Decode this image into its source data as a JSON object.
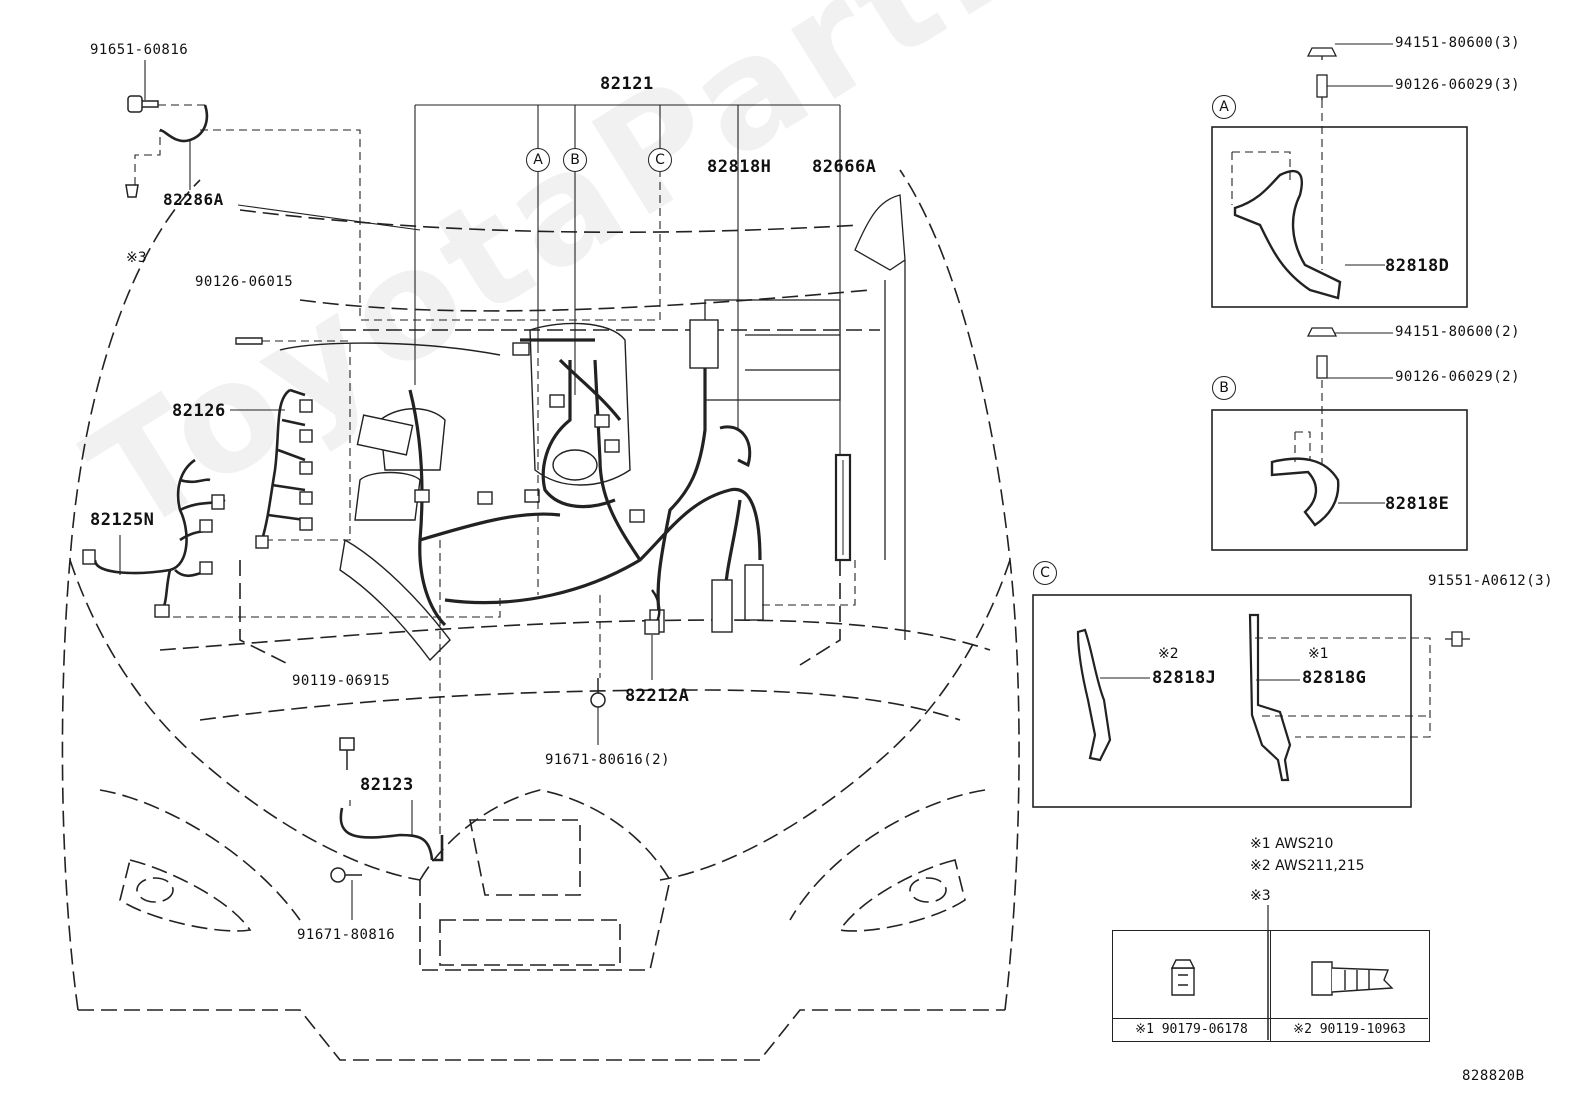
{
  "watermark": "ToyotaPartMiner.ru",
  "diagram_code": "828820B",
  "parts": {
    "p82121": "82121",
    "p82286A": "82286A",
    "p91651": "91651-60816",
    "p90126_06015": "90126-06015",
    "p82126": "82126",
    "p82125N": "82125N",
    "p82818H": "82818H",
    "p82666A": "82666A",
    "p82212A": "82212A",
    "p91671_80616": "91671-80616(2)",
    "p90119_06915": "90119-06915",
    "p82123": "82123",
    "p91671_80816": "91671-80816",
    "p94151_a": "94151-80600(3)",
    "p90126_06029_a": "90126-06029(3)",
    "p82818D": "82818D",
    "p94151_b": "94151-80600(2)",
    "p90126_06029_b": "90126-06029(2)",
    "p82818E": "82818E",
    "p91551": "91551-A0612(3)",
    "p82818J": "82818J",
    "p82818G": "82818G"
  },
  "callouts": {
    "A": "A",
    "B": "B",
    "C": "C"
  },
  "notes": {
    "mark3_left": "※3",
    "mark2_J": "※2",
    "mark1_G": "※1",
    "legend1": "※1 AWS210",
    "legend2": "※2 AWS211,215",
    "legend3": "※3",
    "table_cell1": "※1 90179-06178",
    "table_cell2": "※2 90119-10963"
  }
}
